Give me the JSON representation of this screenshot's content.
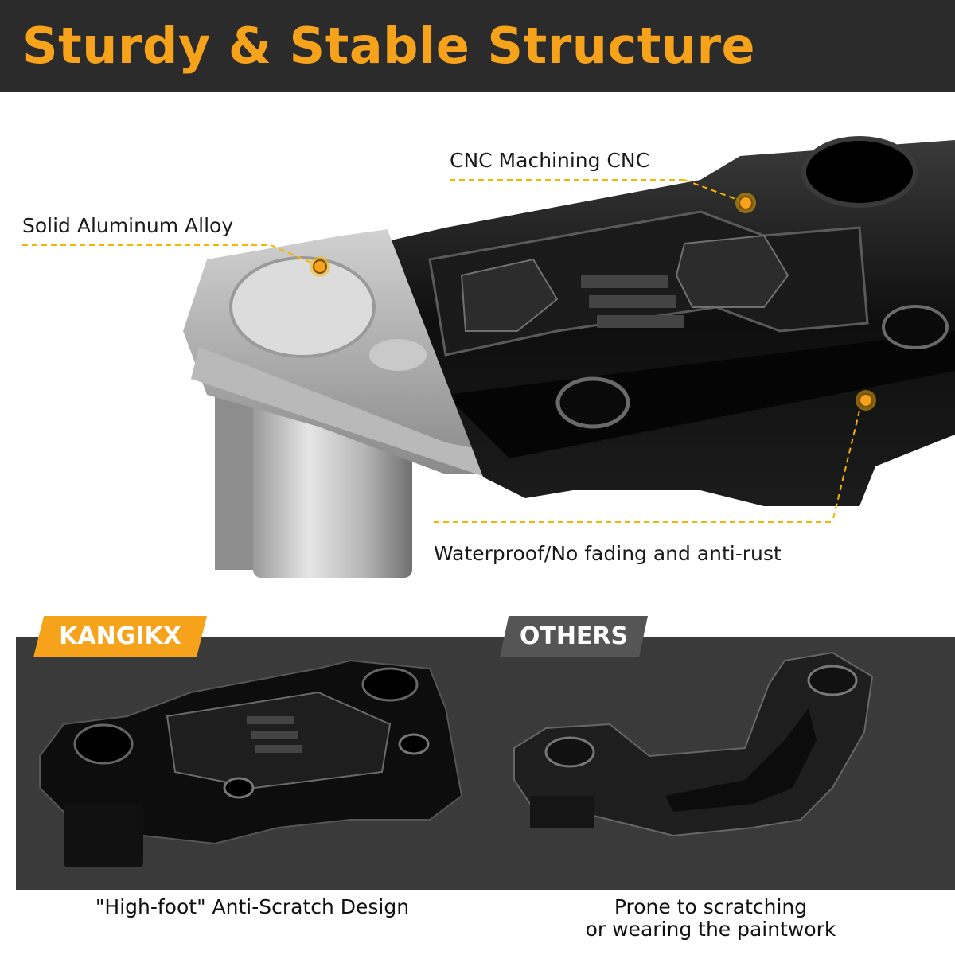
{
  "header": {
    "title": "Sturdy & Stable Structure"
  },
  "callouts": {
    "cnc": "CNC Machining CNC",
    "alloy": "Solid Aluminum Alloy",
    "waterproof": "Waterproof/No fading and anti-rust"
  },
  "comparison": {
    "kangikx": {
      "badge": "KANGIKX",
      "caption": "\"High-foot\" Anti-Scratch Design"
    },
    "others": {
      "badge": "OTHERS",
      "caption_line1": "Prone to scratching",
      "caption_line2": "or wearing the paintwork"
    }
  },
  "colors": {
    "accent": "#f7a21b",
    "dark": "#2b2b2b",
    "panel": "#3a3a3a"
  }
}
